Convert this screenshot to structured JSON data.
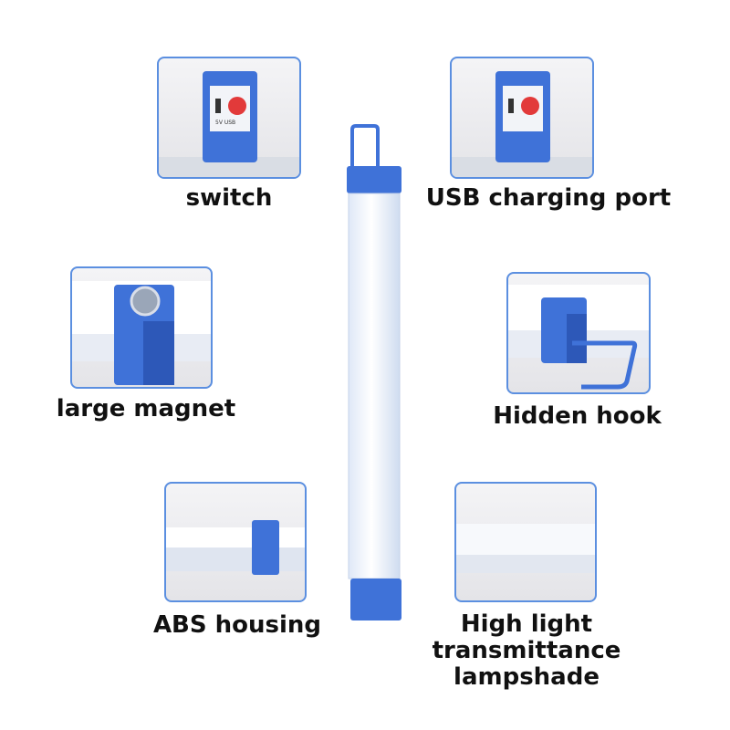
{
  "callouts": {
    "switch": "switch",
    "usb_port": "USB charging port",
    "magnet": "large magnet",
    "hook": "Hidden hook",
    "housing": "ABS housing",
    "lampshade_line1": "High light",
    "lampshade_line2": "transmittance",
    "lampshade_line3": "lampshade"
  },
  "device_label": "5V USB",
  "colors": {
    "accent_blue": "#3f72d8",
    "panel_border": "#5b8fe0",
    "button_red": "#e23a3a",
    "tube_white": "#eef3fb"
  }
}
